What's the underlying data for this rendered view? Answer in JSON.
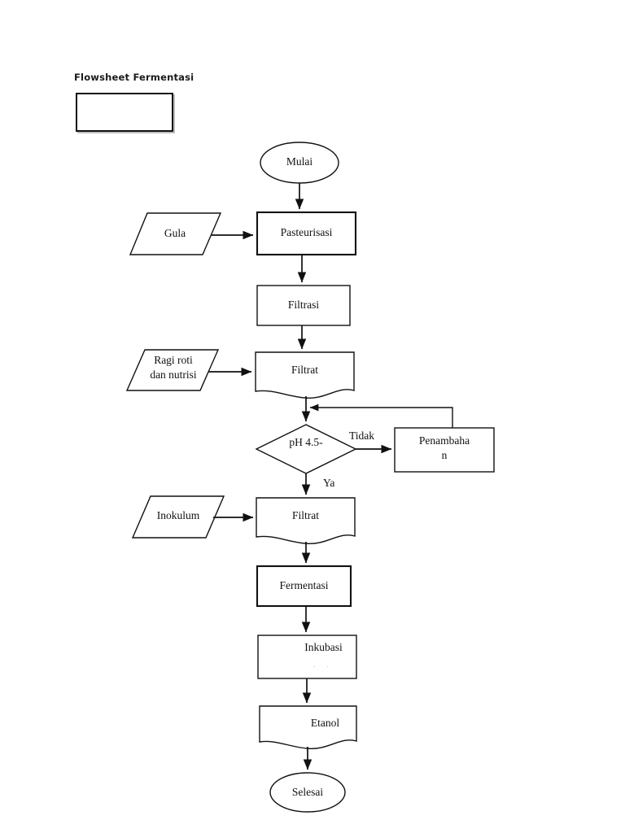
{
  "document": {
    "title": "Flowsheet Fermentasi",
    "title_box_label": ""
  },
  "colors": {
    "stroke": "#111111",
    "background": "#ffffff",
    "shadow": "#bdbdbd"
  },
  "flowchart": {
    "type": "flowchart",
    "orientation": "top-to-bottom",
    "nodes": [
      {
        "id": "mulai",
        "label": "Mulai",
        "shape": "terminator"
      },
      {
        "id": "gula",
        "label": "Gula",
        "shape": "input-parallelogram"
      },
      {
        "id": "pasteurisasi",
        "label": "Pasteurisasi",
        "shape": "process-rectangle"
      },
      {
        "id": "filtrasi",
        "label": "Filtrasi",
        "shape": "process-rectangle"
      },
      {
        "id": "ragi",
        "label": "Ragi roti\ndan nutrisi",
        "shape": "input-parallelogram"
      },
      {
        "id": "filtrat1",
        "label": "Filtrat",
        "shape": "document"
      },
      {
        "id": "ph",
        "label": "pH 4.5-",
        "shape": "decision-diamond"
      },
      {
        "id": "penambahan",
        "label": "Penambaha\nn",
        "shape": "process-rectangle"
      },
      {
        "id": "inokulum",
        "label": "Inokulum",
        "shape": "input-parallelogram"
      },
      {
        "id": "filtrat2",
        "label": "Filtrat",
        "shape": "document"
      },
      {
        "id": "fermentasi",
        "label": "Fermentasi",
        "shape": "process-rectangle"
      },
      {
        "id": "inkubasi",
        "label": "Inkubasi",
        "shape": "process-rectangle"
      },
      {
        "id": "inkubasi_sub",
        "label": ".   .",
        "shape": "faint-text"
      },
      {
        "id": "etanol",
        "label": "Etanol",
        "shape": "document"
      },
      {
        "id": "selesai",
        "label": "Selesai",
        "shape": "terminator"
      }
    ],
    "edges": [
      {
        "from": "mulai",
        "to": "pasteurisasi",
        "label": ""
      },
      {
        "from": "gula",
        "to": "pasteurisasi",
        "label": ""
      },
      {
        "from": "pasteurisasi",
        "to": "filtrasi",
        "label": ""
      },
      {
        "from": "filtrasi",
        "to": "filtrat1",
        "label": ""
      },
      {
        "from": "ragi",
        "to": "filtrat1",
        "label": ""
      },
      {
        "from": "filtrat1",
        "to": "ph",
        "label": ""
      },
      {
        "from": "ph",
        "to": "penambahan",
        "label": "Tidak"
      },
      {
        "from": "penambahan",
        "to": "filtrat1",
        "label": ""
      },
      {
        "from": "ph",
        "to": "filtrat2",
        "label": "Ya"
      },
      {
        "from": "inokulum",
        "to": "filtrat2",
        "label": ""
      },
      {
        "from": "filtrat2",
        "to": "fermentasi",
        "label": ""
      },
      {
        "from": "fermentasi",
        "to": "inkubasi",
        "label": ""
      },
      {
        "from": "inkubasi",
        "to": "etanol",
        "label": ""
      },
      {
        "from": "etanol",
        "to": "selesai",
        "label": ""
      }
    ],
    "edge_labels": {
      "tidak": "Tidak",
      "ya": "Ya"
    }
  }
}
